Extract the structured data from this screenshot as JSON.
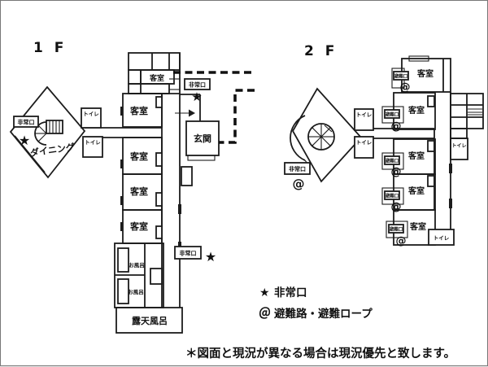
{
  "floor1": {
    "title": "1 F",
    "room_labels": {
      "guest_room": "客室",
      "toilet": "トイレ",
      "dining": "ダイニング",
      "entrance": "玄関",
      "bath": "お風呂",
      "open_air_bath": "露天風呂",
      "emergency_exit": "非常口"
    }
  },
  "floor2": {
    "title": "2 F",
    "room_labels": {
      "guest_room": "客室",
      "toilet": "トイレ",
      "emergency_exit": "非常口",
      "evacuation_exit": "避難口"
    }
  },
  "icons": {
    "star": "★",
    "at_mark": "@"
  },
  "legend": {
    "star_glyph": "★",
    "star_label": "非常口",
    "at_glyph": "＠",
    "at_label": "避難路・避難ロープ"
  },
  "footer": {
    "note": "＊図面と現況が異なる場合は現況優先と致します。"
  },
  "colors": {
    "ink": "#1c1c1c",
    "paper": "#ffffff"
  }
}
